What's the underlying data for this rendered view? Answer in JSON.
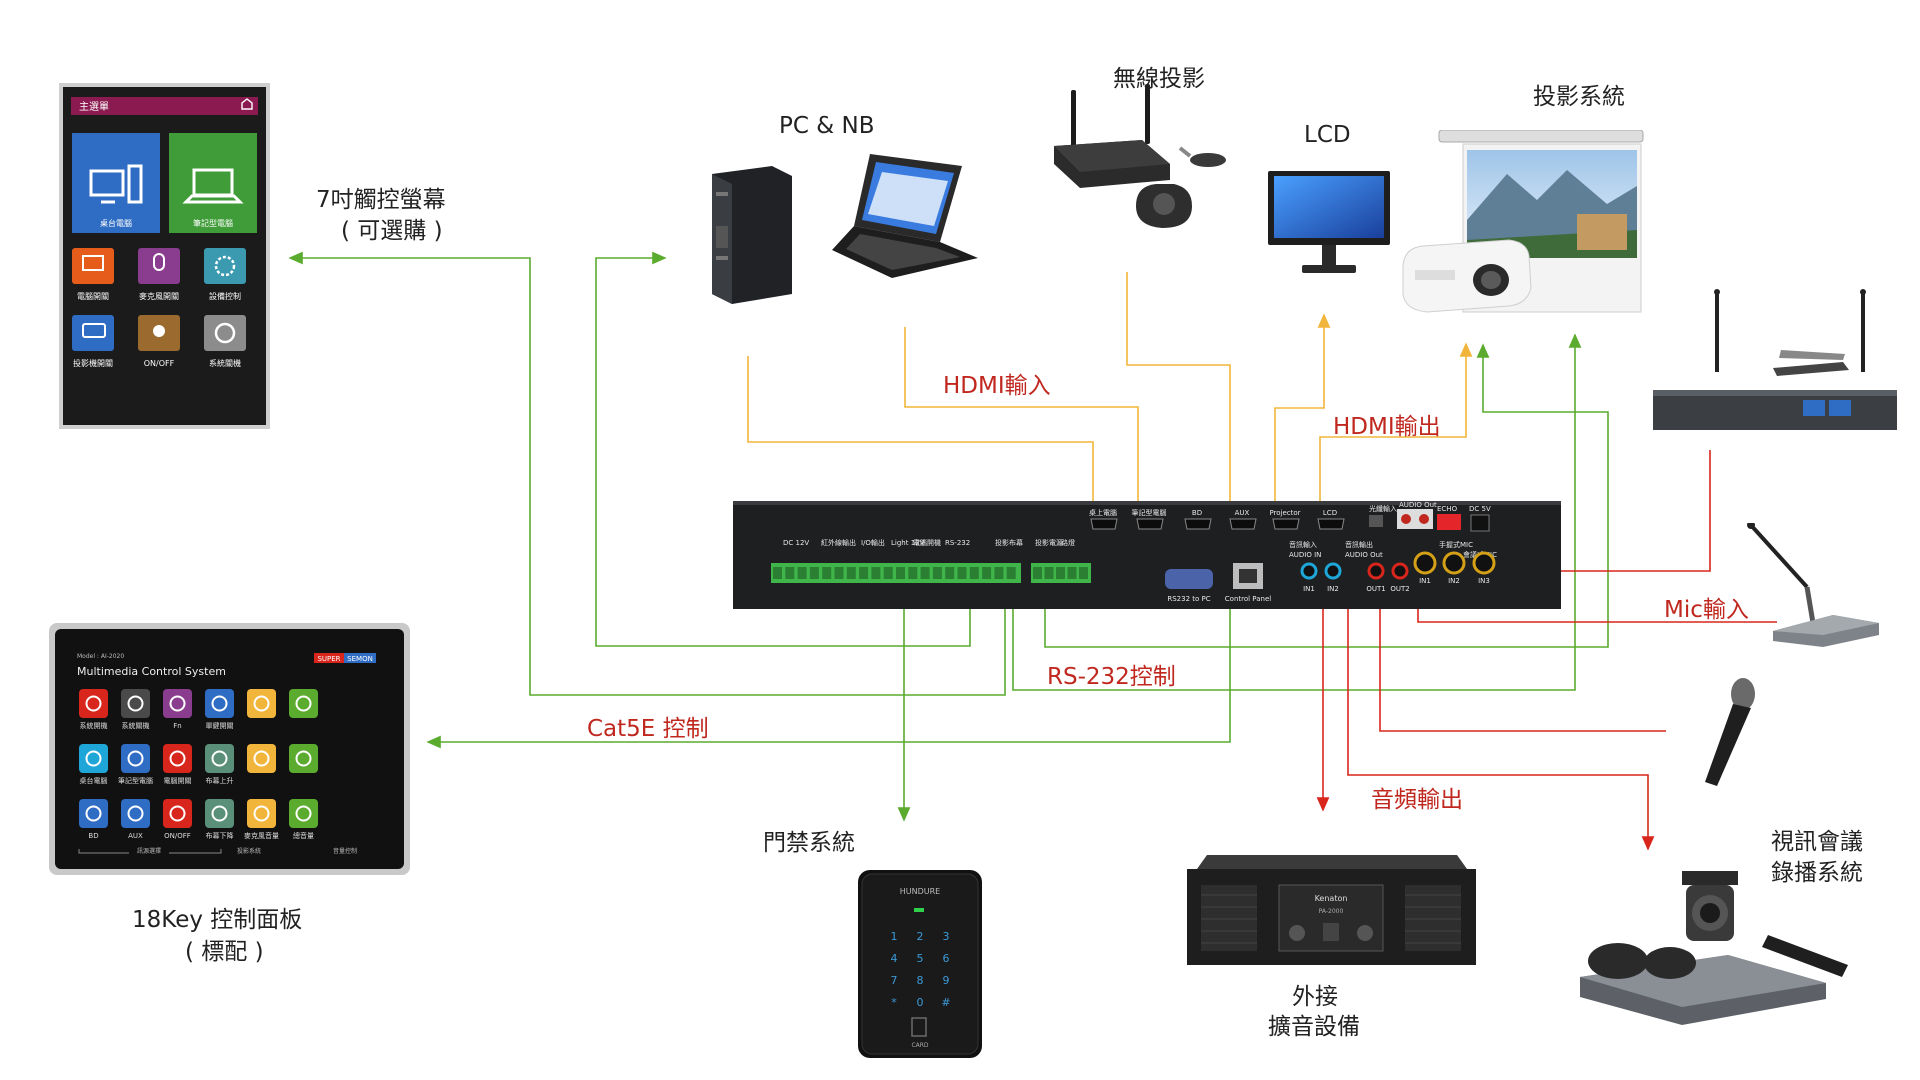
{
  "labels": {
    "touch_screen": "7吋觸控螢幕",
    "touch_screen_note": "( 可選購 )",
    "pc_nb": "PC & NB",
    "wireless": "無線投影",
    "lcd": "LCD",
    "projection": "投影系統",
    "hdmi_in": "HDMI輸入",
    "hdmi_out": "HDMI輸出",
    "mic_in": "Mic輸入",
    "rs232": "RS-232控制",
    "cat5e": "Cat5E 控制",
    "audio_out": "音頻輸出",
    "access": "門禁系統",
    "amp_1": "外接",
    "amp_2": "擴音設備",
    "video_conf_1": "視訊會議",
    "video_conf_2": "錄播系統",
    "panel_name": "18Key 控制面板",
    "panel_note": "( 標配 )"
  },
  "touch_ui": {
    "title": "主選單",
    "tiles": [
      "桌台電腦",
      "筆記型電腦",
      "電腦開關",
      "麥克風開關",
      "設備控制",
      "投影機開關",
      "ON/OFF",
      "系統關機"
    ]
  },
  "key_panel": {
    "model": "Model : AI-2020",
    "title": "Multimedia Control System",
    "brand_a": "SUPER",
    "brand_b": "SEMON",
    "keys": [
      "系統開機",
      "系統關機",
      "Fn",
      "單鍵開關",
      "",
      "",
      "桌台電腦",
      "筆記型電腦",
      "電腦開關",
      "布幕上升",
      "",
      "",
      "BD",
      "AUX",
      "ON/OFF",
      "布幕下降",
      "麥克風音量",
      "總音量"
    ],
    "groups": [
      "訊源選擇",
      "投影系統",
      "音量控制"
    ]
  },
  "controller": {
    "hdmi_ports": [
      "桌上電腦",
      "筆記型電腦",
      "BD",
      "AUX",
      "Projector",
      "LCD"
    ],
    "top_right": [
      "光纖輸入",
      "AUDIO Out",
      "ECHO",
      "DC 5V"
    ],
    "terminals": [
      "DC 12V",
      "紅外線輸出",
      "I/O輸出",
      "Light 12V",
      "電腦開機",
      "RS-232",
      "投影布幕",
      "投影電源",
      "路燈"
    ],
    "serial_label": "RS232 to PC",
    "control_panel_label": "Control Panel",
    "audio_groups": [
      "音訊輸入",
      "AUDIO IN",
      "音訊輸出",
      "AUDIO Out",
      "手握式MIC",
      "會議式MIC"
    ],
    "audio_ports": [
      "IN1",
      "IN2",
      "OUT1",
      "OUT2",
      "IN1",
      "IN2",
      "IN3"
    ]
  },
  "keypad": {
    "brand": "HUNDURE",
    "digits": [
      "1",
      "2",
      "3",
      "4",
      "5",
      "6",
      "7",
      "8",
      "9",
      "*",
      "0",
      "#"
    ],
    "card": "CARD"
  },
  "amp": {
    "brand": "Kenaton",
    "model": "PA-2000"
  },
  "colors": {
    "green": "#5aab2e",
    "yellow": "#f2b53b",
    "red": "#d8261c",
    "purple": "#8a1a4f"
  }
}
